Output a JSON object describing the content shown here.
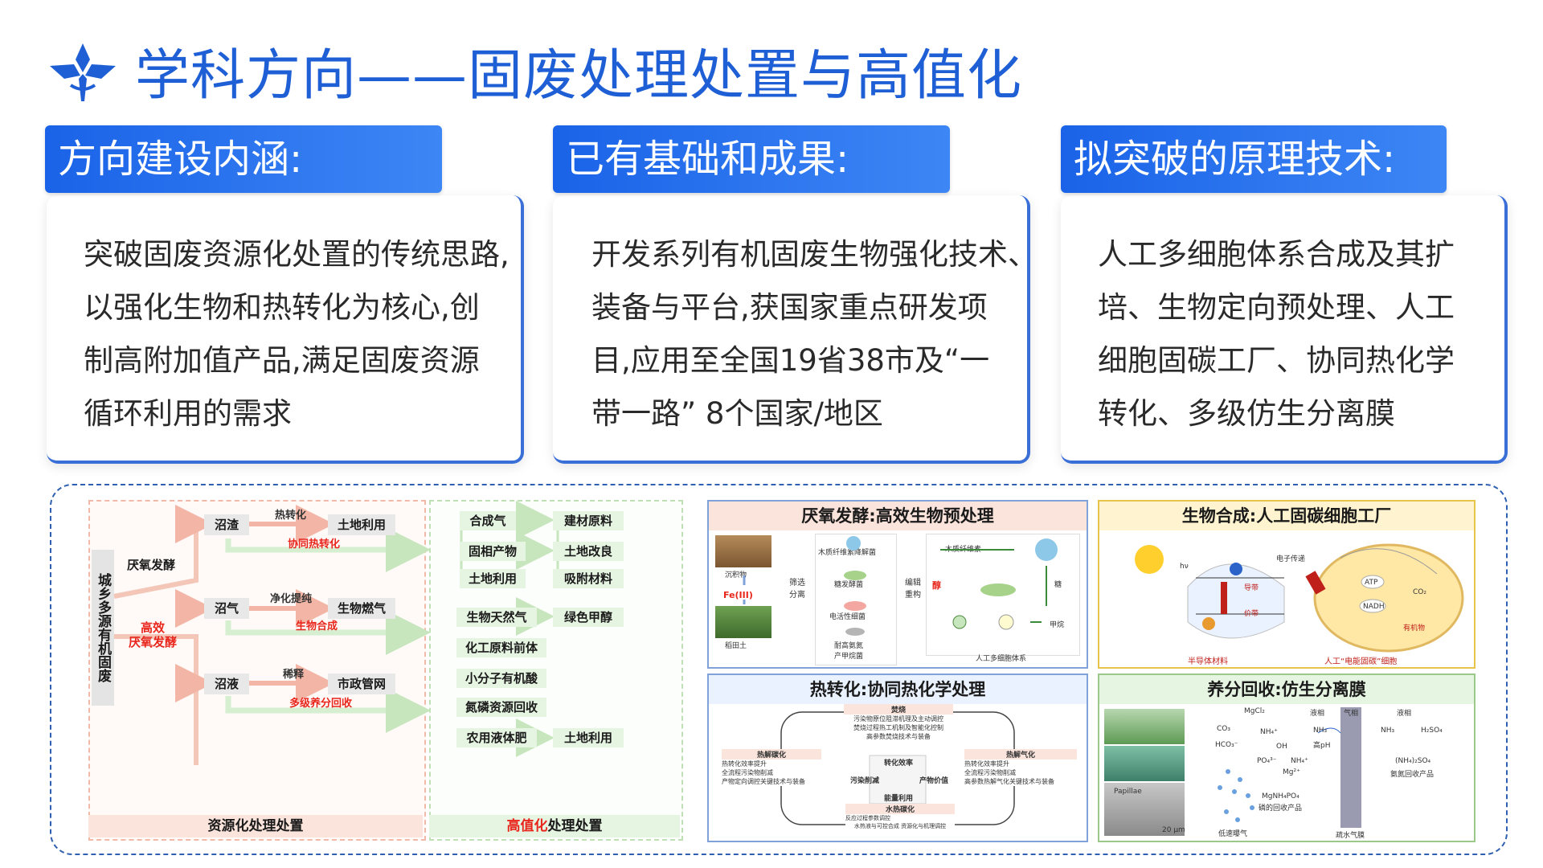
{
  "title": "学科方向——固废处理处置与高值化",
  "panels": [
    {
      "heading": "方向建设内涵:",
      "lines": [
        "突破固废资源化处置的传统思路,",
        "以强化生物和热转化为核心,创",
        "制高附加值产品,满足固废资源",
        "循环利用的需求"
      ]
    },
    {
      "heading": "已有基础和成果:",
      "lines": [
        "开发系列有机固废生物强化技术、",
        "装备与平台,获国家重点研发项",
        "目,应用至全国19省38市及“一",
        "带一路” 8个国家/地区"
      ]
    },
    {
      "heading": "拟突破的原理技术:",
      "lines": [
        "人工多细胞体系合成及其扩",
        "培、生物定向预处理、人工",
        "细胞固碳工厂、协同热化学",
        "转化、多级仿生分离膜"
      ]
    }
  ],
  "flow": {
    "source": "城乡多源有机固废",
    "routes": [
      "厌氧发酵",
      "高效\n厌氧发酵"
    ],
    "nodes": [
      "沼渣",
      "沼气",
      "沼液"
    ],
    "processes": [
      "热转化",
      "净化提纯",
      "稀释"
    ],
    "uses": [
      "土地利用",
      "生物燃气",
      "市政管网"
    ],
    "red_paths": [
      "协同热转化",
      "生物合成",
      "多级养分回收"
    ],
    "products_left": [
      "合成气",
      "固相产物",
      "土地利用",
      "生物天然气",
      "化工原料前体",
      "小分子有机酸",
      "氮磷资源回收",
      "农用液体肥"
    ],
    "products_right": [
      "建材原料",
      "土地改良",
      "吸附材料",
      "绿色甲醇",
      "土地利用"
    ],
    "footer_left": "资源化处理处置",
    "footer_right_red": "高值化",
    "footer_right": "处理处置"
  },
  "modules": {
    "ad": {
      "title": "厌氧发酵:高效生物预处理",
      "labels": [
        "沉积物",
        "Fe(III)",
        "稻田土",
        "筛选\n分离",
        "木质纤维素降解菌",
        "糖发酵菌",
        "电活性细菌",
        "耐高氨氮\n产甲烷菌",
        "编辑\n重构",
        "木质纤维素",
        "醇",
        "糖",
        "甲烷",
        "人工多细胞体系"
      ]
    },
    "bio": {
      "title": "生物合成:人工固碳细胞工厂",
      "labels": [
        "hν",
        "电子传递",
        "导带",
        "价带",
        "ATP",
        "NADH",
        "CO₂",
        "有机物",
        "半导体材料",
        "人工“电能固碳”细胞"
      ]
    },
    "thermal": {
      "title": "热转化:协同热化学处理",
      "labels": [
        "焚烧",
        "污染物原位阻滞机理及主动调控",
        "焚烧过程热工机制及智能化控制",
        "高参数焚烧技术与装备",
        "热解碳化",
        "热转化效率提升",
        "全流程污染物削减",
        "产物定向调控关键技术与装备",
        "热解气化",
        "热转化效率提升",
        "全流程污染物削减",
        "高参数热解气化关键技术与装备",
        "转化效率",
        "污染削减",
        "产物价值",
        "能量利用",
        "水热碳化",
        "反应过程参数调控",
        "水热液与可控合成",
        "资源化与机理调控"
      ]
    },
    "membrane": {
      "title": "养分回收:仿生分离膜",
      "labels": [
        "Papillae",
        "20 μm",
        "MgCl₂",
        "液相",
        "气相",
        "液相",
        "CO₃",
        "NH₄⁺",
        "HCO₃⁻",
        "OH",
        "NH₃",
        "高pH",
        "NH₃",
        "H₂SO₄",
        "PO₄³⁻",
        "NH₄⁺",
        "Mg²⁺",
        "(NH₄)₂SO₄",
        "氨氮回收产品",
        "MgNH₄PO₄",
        "磷的回收产品",
        "低速曝气",
        "疏水气膜"
      ]
    }
  },
  "colors": {
    "accent": "#1f5fd6",
    "red": "#e8261c",
    "green_fill": "#e6f4e2",
    "pink_fill": "#fbe4dc"
  }
}
